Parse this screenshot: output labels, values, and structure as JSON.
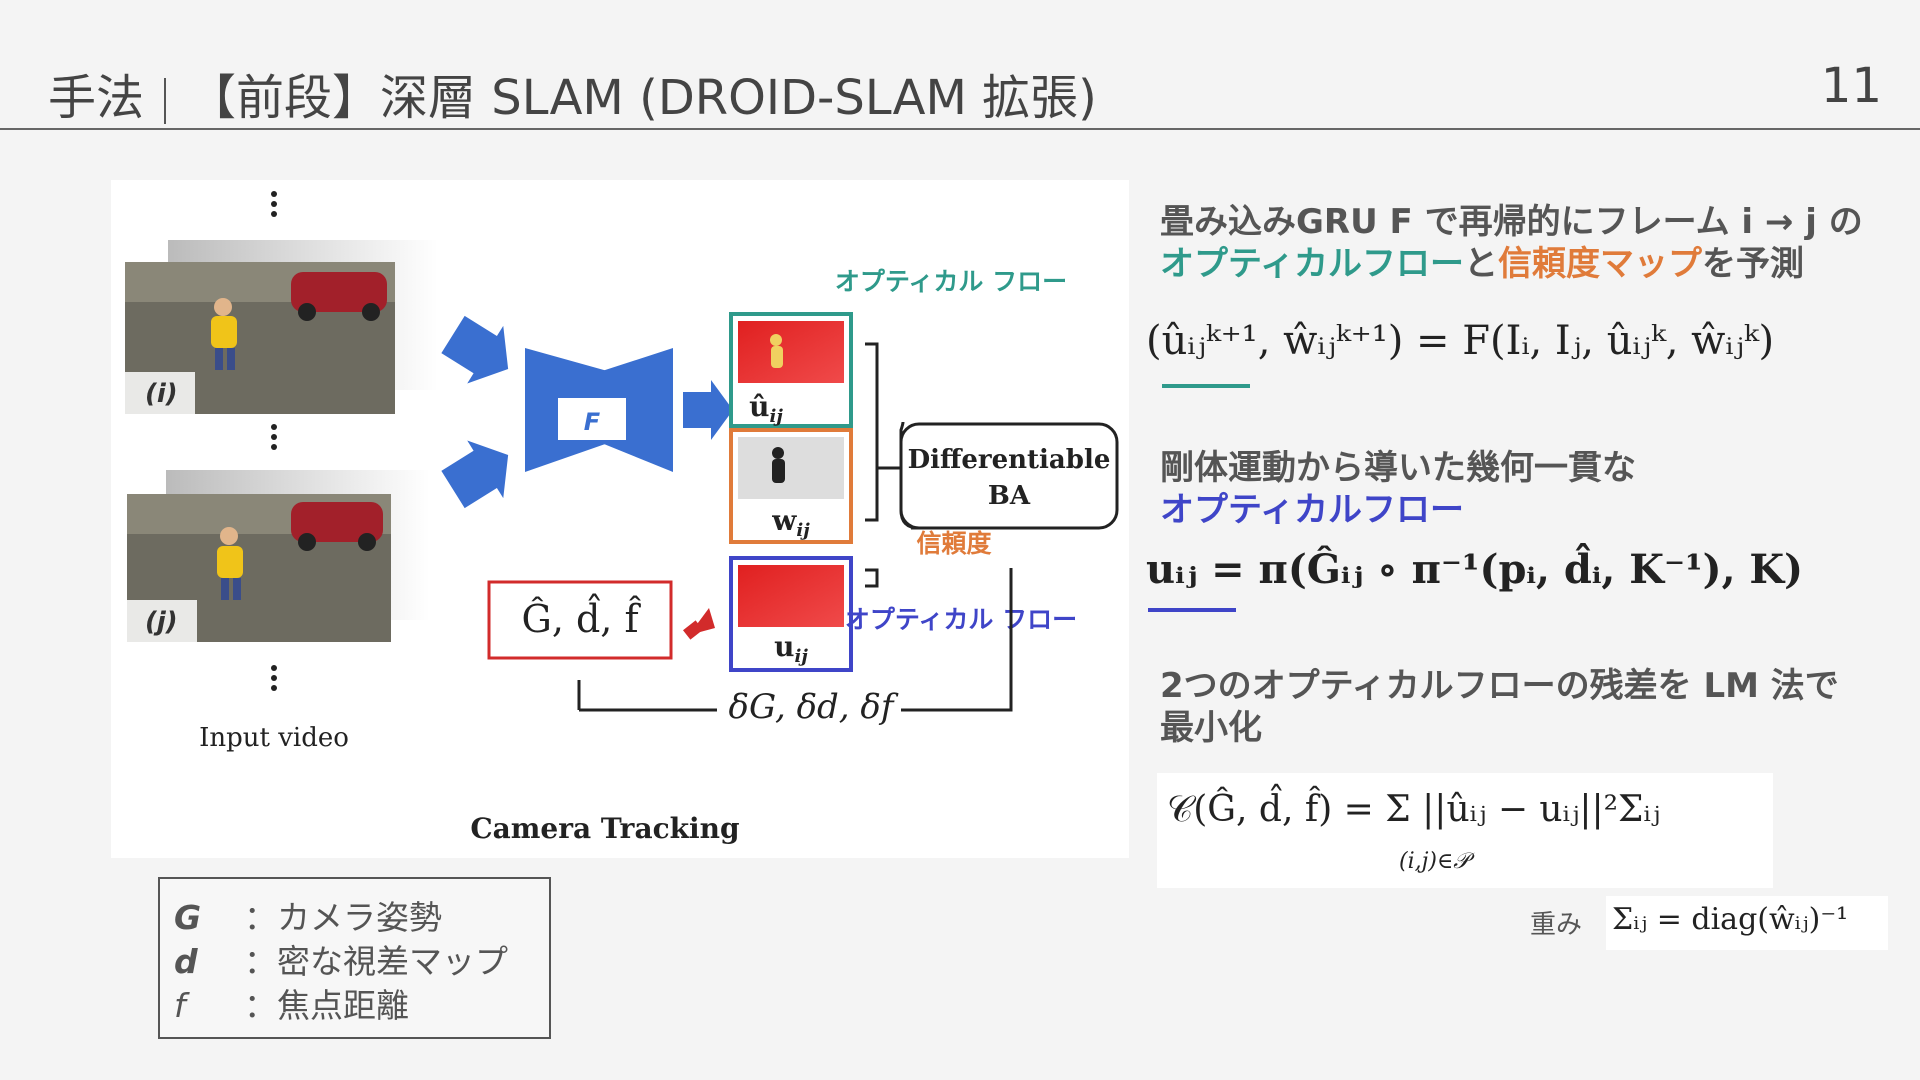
{
  "header": {
    "section": "手法",
    "title": "【前段】深層 SLAM (DROID-SLAM 拡張)",
    "page_number": "11"
  },
  "figure": {
    "frame_i_label": "(i)",
    "frame_j_label": "(j)",
    "input_label": "Input video",
    "network_label": "F",
    "optical_flow_label_1": "オプティカル フロー",
    "confidence_label": "信頼度",
    "optical_flow_label_2": "オプティカル フロー",
    "uhat_label": "û",
    "w_label": "w",
    "u_label": "u",
    "ij_sub": "ij",
    "ba_label_1": "Differentiable",
    "ba_label_2": "BA",
    "params_label": "Ĝ, d̂, f̂",
    "delta_label": "δG, δd, δf",
    "caption": "Camera Tracking"
  },
  "legend": [
    {
      "symbol": "G",
      "desc": "：カメラ姿勢"
    },
    {
      "symbol": "d",
      "desc": "：密な視差マップ"
    },
    {
      "symbol": "f",
      "desc": "：焦点距離"
    }
  ],
  "right": {
    "p1_line1": "畳み込みGRU F で再帰的にフレーム i → j の",
    "p1_teal": "オプティカルフロー",
    "p1_mid": "と",
    "p1_orange": "信頼度マップ",
    "p1_end": "を予測",
    "eq1": "(ûᵢⱼᵏ⁺¹, ŵᵢⱼᵏ⁺¹) = F(Iᵢ, Iⱼ, ûᵢⱼᵏ, ŵᵢⱼᵏ)",
    "p2_line1": "剛体運動から導いた幾何一貫な",
    "p2_blue": "オプティカルフロー",
    "eq2": "uᵢⱼ = π(Ĝᵢⱼ ∘ π⁻¹(pᵢ, d̂ᵢ, K⁻¹), K)",
    "p3_line1": "2つのオプティカルフローの残差を LM 法で",
    "p3_line2": "最小化",
    "eq3": "𝒞(Ĝ, d̂, f̂) = Σ ||ûᵢⱼ − uᵢⱼ||²Σᵢⱼ",
    "eq3_sub": "(i,j)∈𝒫",
    "weight_label": "重み",
    "eq4": "Σᵢⱼ = diag(ŵᵢⱼ)⁻¹"
  },
  "colors": {
    "teal": "#2f9a8b",
    "orange": "#e07b3a",
    "blue": "#3f45c8",
    "red": "#d22b2b",
    "arrow_blue": "#3a6fd0"
  }
}
